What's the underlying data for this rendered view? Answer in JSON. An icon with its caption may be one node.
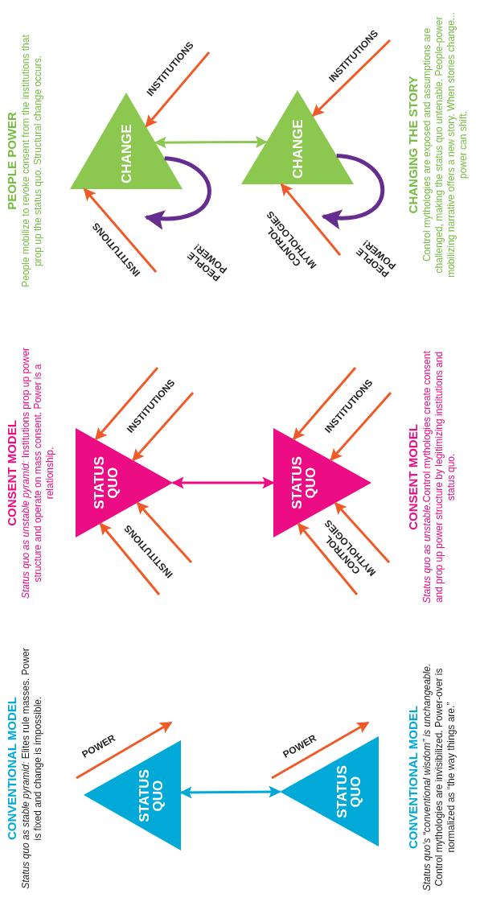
{
  "diagram": {
    "nodes": [
      {
        "text": [
          "STATUS QUO"
        ]
      },
      {
        "text": [
          "STATUS QUO"
        ]
      },
      {
        "text": [
          "STATUS QUO"
        ]
      },
      {
        "text": [
          "STATUS QUO"
        ]
      },
      {
        "text": [
          "CHANGE"
        ]
      },
      {
        "text": [
          "CHANGE"
        ]
      }
    ],
    "edges": [
      {
        "from": 0,
        "to": 1,
        "arrow": "both",
        "color": "#00a9d8"
      },
      {
        "from": 2,
        "to": 3,
        "arrow": "both",
        "color": "#ec0c83"
      },
      {
        "from": 4,
        "to": 5,
        "arrow": "both",
        "color": "#8cc850"
      },
      {
        "from": null,
        "to": 2,
        "arrow": "to",
        "label": "INSTITUTIONS"
      },
      {
        "from": null,
        "to": 2,
        "arrow": "to"
      },
      {
        "from": null,
        "to": 2,
        "arrow": "to",
        "label": "INSTITUTIONS"
      },
      {
        "from": null,
        "to": 2,
        "arrow": "to"
      },
      {
        "from": null,
        "to": 3,
        "arrow": "to",
        "label": "INSTITUTIONS"
      },
      {
        "from": null,
        "to": 3,
        "arrow": "to"
      },
      {
        "from": null,
        "to": 3,
        "arrow": "to",
        "label": "CONTROL MYTHOLOGIES"
      },
      {
        "from": null,
        "to": 3,
        "arrow": "to"
      },
      {
        "from": null,
        "to": 4,
        "arrow": "to",
        "label": "INSTITUTIONS"
      },
      {
        "from": null,
        "to": 4,
        "arrow": "to",
        "label": "INSTITUTIONS"
      },
      {
        "from": 4,
        "to": null,
        "arrow": "to",
        "label": "PEOPLE POWER!",
        "color": "#662d91"
      },
      {
        "from": null,
        "to": 5,
        "arrow": "to",
        "label": "INSTITUTIONS"
      },
      {
        "from": null,
        "to": 5,
        "arrow": "to",
        "label": "CONTROL MYTHOLOGIES"
      },
      {
        "from": 5,
        "to": null,
        "arrow": "to",
        "label": "PEOPLE POWER!",
        "color": "#662d91"
      }
    ],
    "labels": [
      "CONVENTIONAL MODEL",
      "*Status quo as stable pyramid:* Elites rule masses. Power is fixed and change is impossible.",
      "CONSENT MODEL",
      "*Status quo as unstable pyramid:* Institutions prop up power structure and operate on mass consent. Power is a relationship.",
      "PEOPLE POWER",
      "People mobilize to revoke consent from the institutions that prop up the status quo. Structural change occurs.",
      "POWER",
      "POWER",
      "CONVENTIONAL MODEL",
      "*Status quo's “conventional wisdom” is unchangeable.* Control mythologies are invisibilized. Power-over is normalized as “the way things are.”",
      "CONSENT MODEL",
      "*Status quo as unstable*.Control mythologies create consent and prop up power structure by legitimizing institutions and status quo.",
      "CHANGING THE STORY",
      "Control mythologies are exposed and assumptions are challenged, making the status quo untenable. People-power mobilizing narrative offers a new story. When stories change... power can shift."
    ]
  }
}
